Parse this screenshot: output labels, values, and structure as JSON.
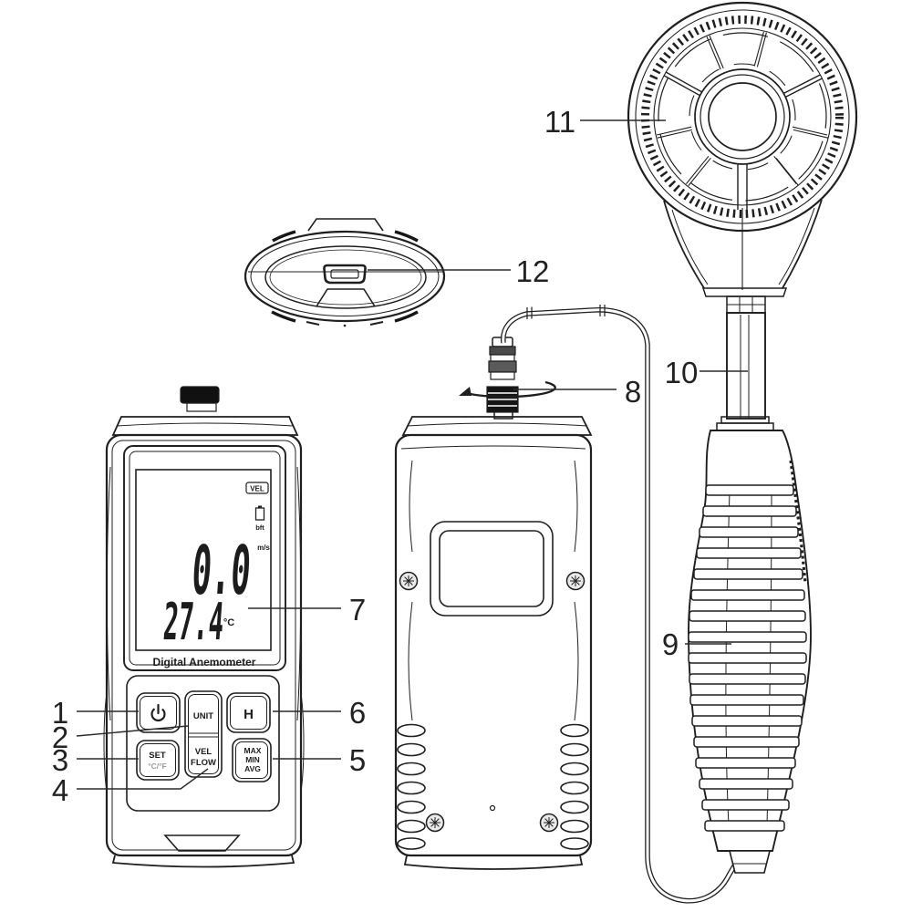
{
  "line_color": "#1f1f1f",
  "front_view": {
    "display": {
      "mode_badge": "VEL",
      "beaufort_unit": "bft",
      "velocity_value": "0.0",
      "velocity_unit": "m/s",
      "temperature_value": "27.4",
      "temperature_unit": "°C",
      "brand": "Digital Anemometer"
    },
    "buttons": {
      "unit": "UNIT",
      "hold": "H",
      "set": "SET",
      "set_sub": "°C/°F",
      "vel": "VEL",
      "flow": "FLOW",
      "max": "MAX",
      "min": "MIN",
      "avg": "AVG"
    }
  },
  "callouts": [
    {
      "number": "1",
      "points_to": "power-button"
    },
    {
      "number": "2",
      "points_to": "unit-button"
    },
    {
      "number": "3",
      "points_to": "set-button"
    },
    {
      "number": "4",
      "points_to": "vel-flow-button"
    },
    {
      "number": "5",
      "points_to": "max-min-avg-button"
    },
    {
      "number": "6",
      "points_to": "hold-button"
    },
    {
      "number": "7",
      "points_to": "lcd-display"
    },
    {
      "number": "8",
      "points_to": "probe-connector"
    },
    {
      "number": "9",
      "points_to": "probe-handle"
    },
    {
      "number": "10",
      "points_to": "probe-shaft"
    },
    {
      "number": "11",
      "points_to": "vane-wheel"
    },
    {
      "number": "12",
      "points_to": "usb-port"
    }
  ]
}
